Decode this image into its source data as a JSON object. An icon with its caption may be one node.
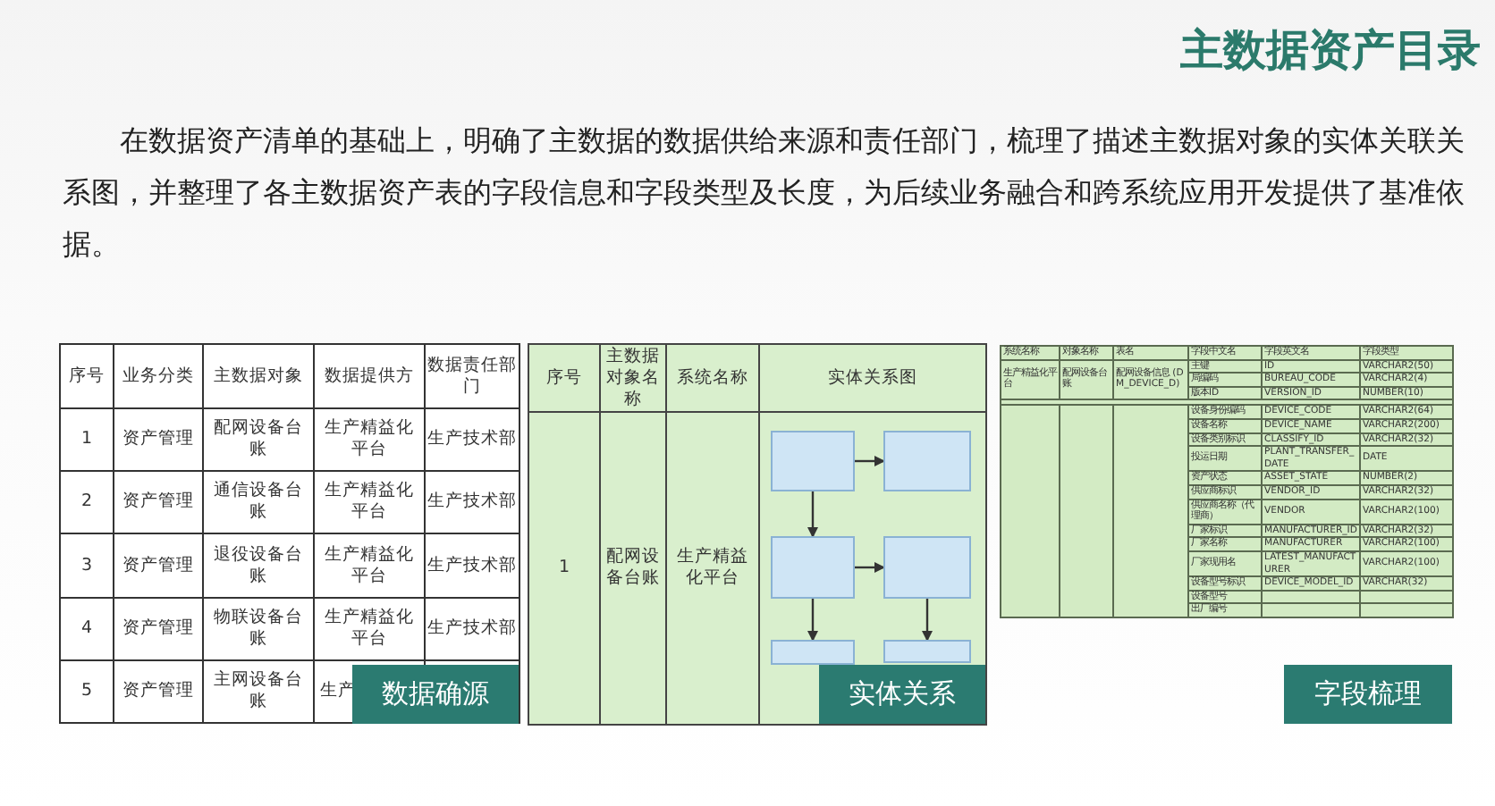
{
  "diagram": {
    "title": "主数据资产目录",
    "nodes": [
      {
        "text": [
          "数据确源"
        ]
      },
      {
        "text": [],
        "shape": "box"
      },
      {
        "text": [],
        "shape": "box"
      },
      {
        "text": [],
        "shape": "box"
      },
      {
        "text": [],
        "shape": "box"
      },
      {
        "text": [],
        "shape": "box"
      },
      {
        "text": [],
        "shape": "box"
      },
      {
        "text": [
          "实体关系"
        ]
      },
      {
        "text": [
          "字段梳理"
        ]
      }
    ],
    "edges": [
      {
        "from": 1,
        "to": 2,
        "arrow": "to"
      },
      {
        "from": 1,
        "to": 3,
        "arrow": "to"
      },
      {
        "from": 3,
        "to": 4,
        "arrow": "to"
      },
      {
        "from": 3,
        "to": 5,
        "arrow": "to"
      },
      {
        "from": 4,
        "to": 6,
        "arrow": "to"
      }
    ],
    "labels": [
      "在数据资产清单的基础上，明确了主数据的数据供给来源和责任部门，梳理了描述主数据对象的实体关联关系图，并整理了各主数据资产表的字段信息和字段类型及长度，为后续业务融合和跨系统应用开发提供了基准依据。",
      "序号",
      "业务分类",
      "主数据对象",
      "数据提供方",
      "数据责任部门",
      "1",
      "资产管理",
      "配网设备台账",
      "生产精益化平台",
      "生产技术部",
      "2",
      "资产管理",
      "通信设备台账",
      "生产精益化平台",
      "生产技术部",
      "3",
      "资产管理",
      "退役设备台账",
      "生产精益化平台",
      "生产技术部",
      "4",
      "资产管理",
      "物联设备台账",
      "生产精益化平台",
      "生产技术部",
      "5",
      "资产管理",
      "主网设备台账",
      "生产",
      "序号",
      "主数据对象名称",
      "系统名称",
      "实体关系图",
      "1",
      "配网设备台账",
      "生产精益化平台",
      "系统名称",
      "对象名称",
      "表名",
      "字段中文名",
      "字段英文名",
      "字段类型",
      "生产精益化平台",
      "配网设备台账",
      "配网设备信息 (DM_DEVICE_D)",
      "主键",
      "ID",
      "VARCHAR2(50)",
      "局编码",
      "BUREAU_CODE",
      "VARCHAR2(4)",
      "版本ID",
      "VERSION_ID",
      "NUMBER(10)",
      "设备身份编码",
      "DEVICE_CODE",
      "VARCHAR2(64)",
      "设备名称",
      "DEVICE_NAME",
      "VARCHAR2(200)",
      "设备类别标识",
      "CLASSIFY_ID",
      "VARCHAR2(32)",
      "投运日期",
      "PLANT_TRANSFER_DATE",
      "DATE",
      "资产状态",
      "ASSET_STATE",
      "NUMBER(2)",
      "供应商标识",
      "VENDOR_ID",
      "VARCHAR2(32)",
      "供应商名称（代理商）",
      "VENDOR",
      "VARCHAR2(100)",
      "厂家标识",
      "MANUFACTURER_ID",
      "VARCHAR2(32)",
      "厂家名称",
      "MANUFACTURER",
      "VARCHAR2(100)",
      "厂家现用名",
      "LATEST_MANUFACTURER",
      "VARCHAR2(100)",
      "设备型号标识",
      "DEVICE_MODEL_ID",
      "VARCHAR(32)",
      "设备型号",
      "出厂编号"
    ]
  }
}
